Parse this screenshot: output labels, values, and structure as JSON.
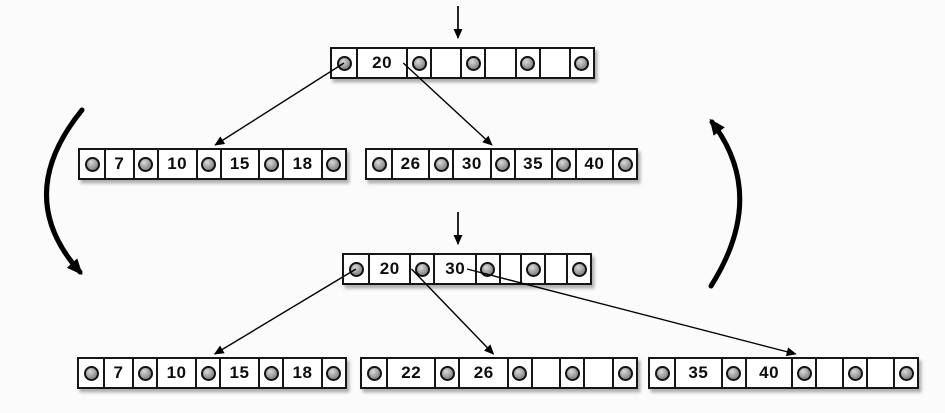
{
  "diagram": {
    "colors": {
      "background": "#fbfbfb",
      "node_fill": "#ffffff",
      "node_border": "#161616",
      "arrow": "#000000",
      "pointer_dot": "#9a9a9a"
    },
    "nodes": [
      {
        "id": "top-root",
        "row": "before-root",
        "keys": [
          "20",
          "",
          "",
          ""
        ]
      },
      {
        "id": "top-left",
        "row": "before-leaves",
        "keys": [
          "7",
          "10",
          "15",
          "18"
        ]
      },
      {
        "id": "top-right",
        "row": "before-leaves",
        "keys": [
          "26",
          "30",
          "35",
          "40"
        ]
      },
      {
        "id": "bottom-root",
        "row": "after-root",
        "keys": [
          "20",
          "30",
          "",
          ""
        ]
      },
      {
        "id": "bottom-left",
        "row": "after-leaves",
        "keys": [
          "7",
          "10",
          "15",
          "18"
        ]
      },
      {
        "id": "bottom-mid",
        "row": "after-leaves",
        "keys": [
          "22",
          "26",
          "",
          ""
        ]
      },
      {
        "id": "bottom-right",
        "row": "after-leaves",
        "keys": [
          "35",
          "40",
          "",
          ""
        ]
      }
    ],
    "pointer_edges": [
      {
        "from": "top-root",
        "pointer": 0,
        "to": "top-left"
      },
      {
        "from": "top-root",
        "pointer": 1,
        "to": "top-right"
      },
      {
        "from": "bottom-root",
        "pointer": 0,
        "to": "bottom-left"
      },
      {
        "from": "bottom-root",
        "pointer": 1,
        "to": "bottom-mid"
      },
      {
        "from": "bottom-root",
        "pointer": 2,
        "to": "bottom-right"
      }
    ],
    "insertion_markers": [
      {
        "target": "top-root"
      },
      {
        "target": "bottom-root"
      }
    ],
    "transition_arrows": [
      {
        "side": "left",
        "direction": "down"
      },
      {
        "side": "right",
        "direction": "up"
      }
    ]
  }
}
